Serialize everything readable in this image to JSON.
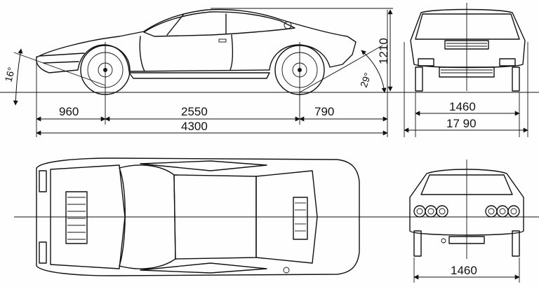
{
  "drawing": {
    "side_view": {
      "front_overhang": "960",
      "wheelbase": "2550",
      "rear_overhang": "790",
      "overall_length": "4300",
      "height": "1210",
      "approach_angle": "16°",
      "departure_angle": "29°"
    },
    "front_view": {
      "track": "1460",
      "overall_width": "17 90"
    },
    "rear_view": {
      "track": "1460"
    }
  },
  "colors": {
    "ink": "#111111",
    "paper": "#fefefe"
  }
}
